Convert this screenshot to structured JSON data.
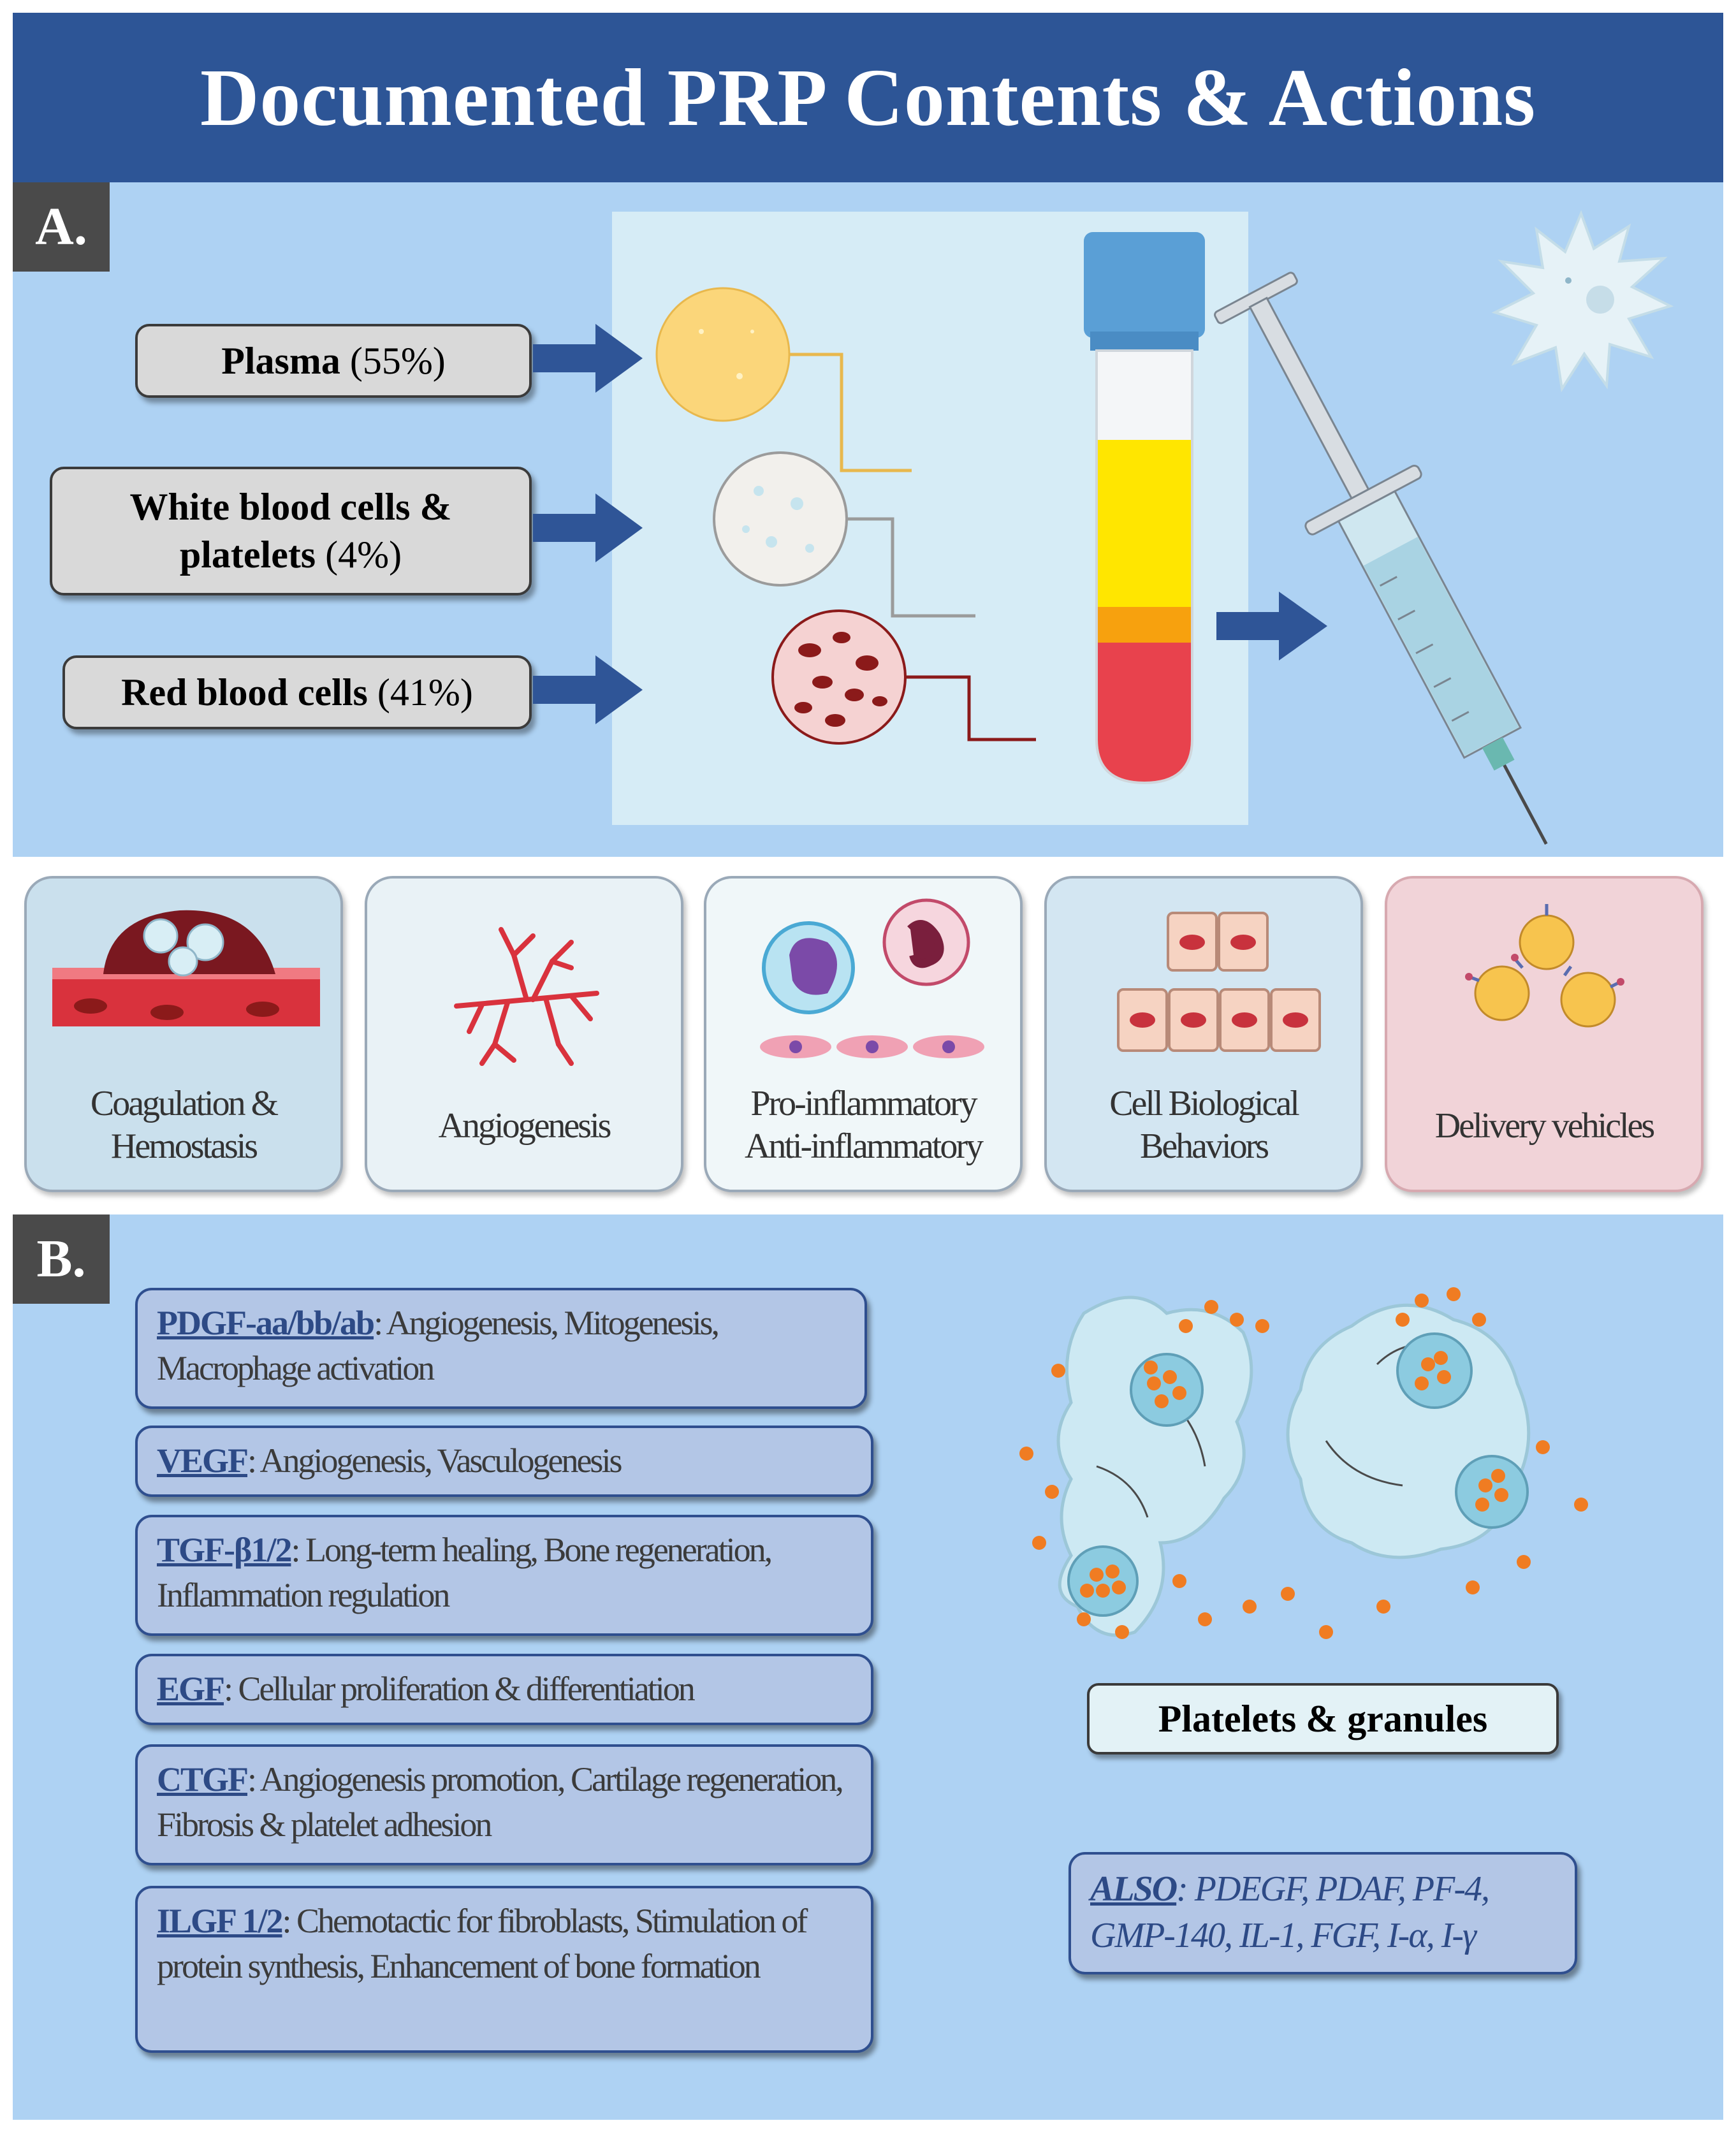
{
  "title": "Documented PRP Contents & Actions",
  "panel_a": {
    "tag": "A.",
    "components": [
      {
        "name": "Plasma",
        "pct": "(55%)"
      },
      {
        "name_line1": "White blood cells &",
        "name_line2": "platelets",
        "pct": "(4%)"
      },
      {
        "name": "Red blood cells",
        "pct": "(41%)"
      }
    ]
  },
  "actions": [
    {
      "line1": "Coagulation &",
      "line2": "Hemostasis"
    },
    {
      "line1": "Angiogenesis"
    },
    {
      "line1": "Pro-inflammatory",
      "line2": "Anti-inflammatory"
    },
    {
      "line1": "Cell Biological",
      "line2": "Behaviors"
    },
    {
      "line1": "Delivery vehicles"
    }
  ],
  "panel_b": {
    "tag": "B.",
    "growth_factors": [
      {
        "name": "PDGF-aa/bb/ab",
        "desc": ": Angiogenesis, Mitogenesis, Macrophage activation"
      },
      {
        "name": "VEGF",
        "desc": ": Angiogenesis, Vasculogenesis"
      },
      {
        "name": "TGF-β1/2",
        "desc": ": Long-term healing, Bone regeneration, Inflammation regulation"
      },
      {
        "name": "EGF",
        "desc": ": Cellular proliferation & differentiation"
      },
      {
        "name": "CTGF",
        "desc": ": Angiogenesis promotion, Cartilage regeneration, Fibrosis & platelet adhesion"
      },
      {
        "name": "ILGF 1/2",
        "desc": ": Chemotactic for fibroblasts, Stimulation of protein synthesis, Enhancement of bone formation"
      }
    ],
    "platelets_label": "Platelets & granules",
    "also": {
      "label": "ALSO",
      "text": ": PDEGF, PDAF, PF-4, GMP-140, IL-1, FGF, I-α, I-γ"
    }
  },
  "colors": {
    "header": "#2d5596",
    "panel_bg": "#aed2f3",
    "arrow": "#2f5597",
    "plasma": "#fbd67a",
    "rbc": "#e8424d",
    "platelet_yellow": "#ffe600"
  }
}
